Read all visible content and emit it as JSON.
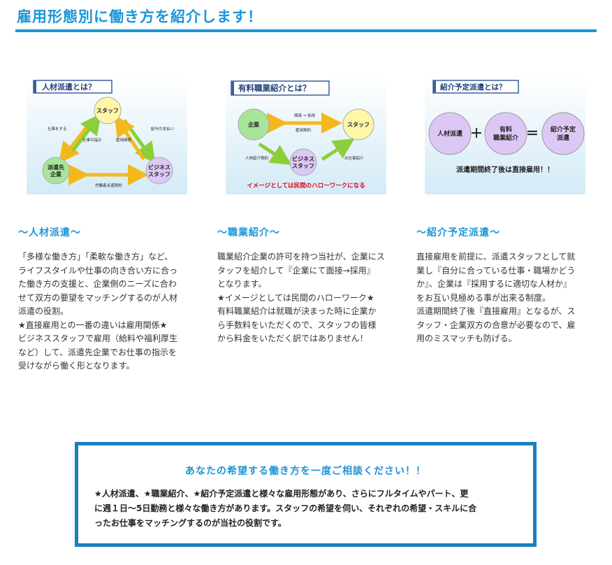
{
  "page": {
    "title": "雇用形態別に働き方を紹介します！"
  },
  "diagrams": {
    "haken": {
      "title": "人材派遣とは？",
      "nodes": {
        "staff": "スタッフ",
        "client_1": "派遣先",
        "client_2": "企業",
        "biz_1": "ビジネス",
        "biz_2": "スタッフ"
      },
      "labels": {
        "work": "仕事をする",
        "instruction": "仕事の指示",
        "employment": "雇用関係",
        "salary": "給与の支払い",
        "contract": "労働者派遣契約"
      }
    },
    "shokai": {
      "title": "有料職業紹介とは？",
      "nodes": {
        "company": "企業",
        "staff": "スタッフ",
        "biz_1": "ビジネス",
        "biz_2": "スタッフ"
      },
      "labels": {
        "interview": "面接 ⇒ 採用",
        "employment": "雇用契約",
        "referral_contract": "人材紹介契約",
        "job_intro": "お仕事紹介"
      },
      "caption": "イメージとしては民間のハローワークになる"
    },
    "yotei": {
      "title": "紹介予定派遣とは？",
      "nodes": {
        "haken": "人材派遣",
        "shokai_1": "有料",
        "shokai_2": "職業紹介",
        "yotei_1": "紹介予定",
        "yotei_2": "派遣"
      },
      "plus": "＋",
      "equals": "＝",
      "caption": "派遣期間終了後は直接雇用！！"
    }
  },
  "columns": {
    "haken": {
      "heading": "～人材派遣～",
      "lines": [
        "「多様な働き方」「柔軟な働き方」など、",
        "ライフスタイルや仕事の向き合い方に合っ",
        "た働き方の支援と、企業側のニーズに合わ",
        "せて双方の要望をマッチングするのが人材",
        "派遣の役割。",
        "★直接雇用との一番の違いは雇用関係★",
        "ビジネススタッフで雇用（給料や福利厚生",
        "など）して、派遣先企業でお仕事の指示を",
        "受けながら働く形となります。"
      ]
    },
    "shokai": {
      "heading": "～職業紹介～",
      "lines": [
        "職業紹介企業の許可を持つ当社が、企業にス",
        "タッフを紹介して『企業にて面接→採用』",
        "となります。",
        "★イメージとしては民間のハローワーク★",
        "有料職業紹介は就職が決まった時に企業か",
        "ら手数料をいただくので、スタッフの皆様",
        "から料金をいただく訳ではありません！"
      ]
    },
    "yotei": {
      "heading": "～紹介予定派遣～",
      "lines": [
        "直接雇用を前提に、派遣スタッフとして就",
        "業し『自分に合っている仕事・職場かどう",
        "か』、企業は『採用するに適切な人材か』",
        "をお互い見極める事が出来る制度。",
        "派遣期間終了後『直接雇用』となるが、ス",
        "タッフ・企業双方の合意が必要なので、雇",
        "用のミスマッチも防げる。"
      ]
    }
  },
  "contact": {
    "title": "あなたの希望する働き方を一度ご相談ください！！",
    "lines": [
      "★人材派遣、★職業紹介、★紹介予定派遣と様々な雇用形態があり、さらにフルタイムやパート、更",
      "に週１日～5日勤務と様々な働き方があります。スタッフの希望を伺い、それぞれの希望・スキルに合",
      "ったお仕事をマッチングするのが当社の役割です。"
    ]
  },
  "colors": {
    "accent": "#1a96d8",
    "box_border": "#1a7fbf",
    "node_yellow": "#fff6a8",
    "node_green": "#a9e49b",
    "node_purple": "#ddc8f5",
    "arrow_orange": "#f3b91c",
    "arrow_green": "#8ccf3a",
    "caption_red": "#e0001a"
  }
}
